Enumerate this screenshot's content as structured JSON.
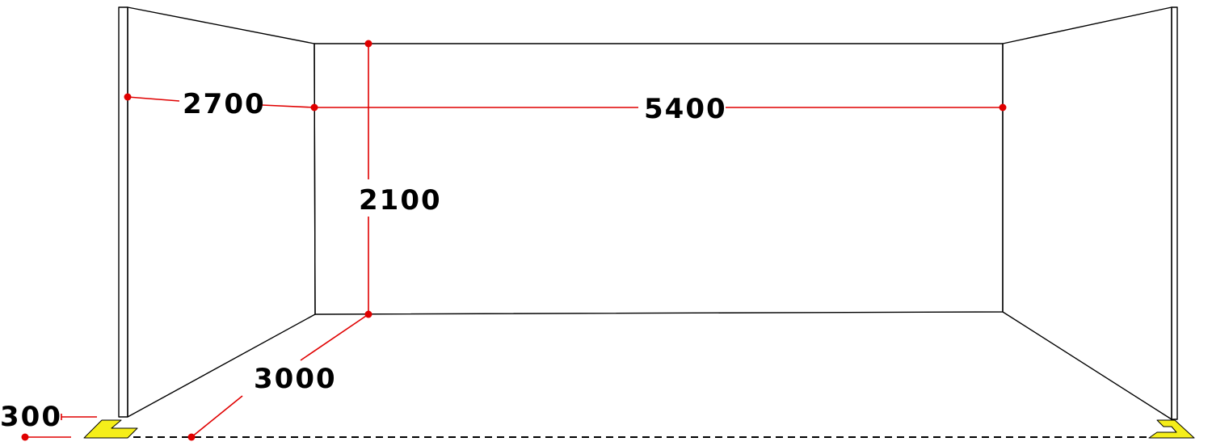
{
  "colors": {
    "line": "#000000",
    "dimension": "#e00000",
    "foot": "#f5ee1a",
    "background": "#ffffff"
  },
  "dimensions": {
    "back_wall_width": "5400",
    "side_wall_depth": "2700",
    "wall_height": "2100",
    "floor_depth": "3000",
    "foot_offset": "300"
  }
}
